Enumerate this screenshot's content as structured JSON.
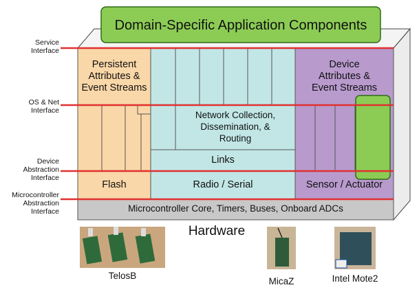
{
  "header": {
    "title": "Domain-Specific Application Components"
  },
  "interfaces": [
    {
      "lines": [
        "Service",
        "Interface"
      ]
    },
    {
      "lines": [
        "OS & Net",
        "Interface"
      ]
    },
    {
      "lines": [
        "Device",
        "Abstraction",
        "Interface"
      ]
    },
    {
      "lines": [
        "Microcontroller",
        "Abstraction",
        "Interface"
      ]
    }
  ],
  "blocks": {
    "persistent": [
      "Persistent",
      "Attributes &",
      "Event Streams"
    ],
    "device_attrs": [
      "Device",
      "Attributes &",
      "Event Streams"
    ],
    "network": [
      "Network Collection,",
      "Dissemination, &",
      "Routing"
    ],
    "links": "Links",
    "flash": "Flash",
    "radio": "Radio / Serial",
    "sensor": "Sensor / Actuator",
    "microcontroller": "Microcontroller Core, Timers, Buses, Onboard ADCs"
  },
  "hardware_label": "Hardware",
  "platforms": [
    {
      "name": "TelosB"
    },
    {
      "name": "MicaZ"
    },
    {
      "name": "Intel Mote2"
    }
  ],
  "colors": {
    "green": "#8ccc55",
    "green_border": "#2f6b16",
    "orange": "#fad7a8",
    "teal": "#c2e6e6",
    "purple": "#b89acd",
    "gray": "#c8c8c8",
    "red_line": "#e03030"
  }
}
